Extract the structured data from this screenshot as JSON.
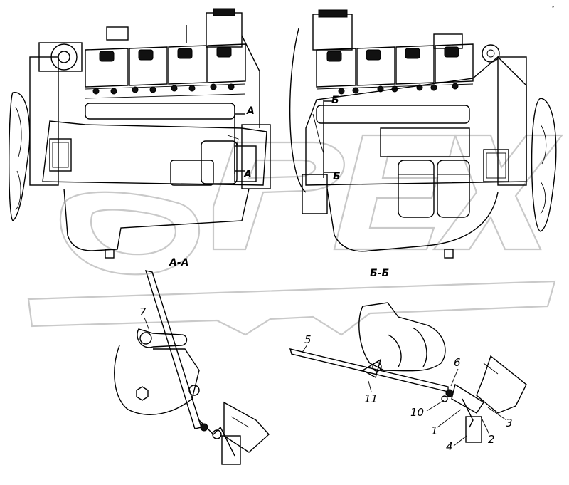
{
  "watermark": {
    "text": "OPEX"
  },
  "views": {
    "left": {
      "cut_marks": [
        "А",
        "А"
      ]
    },
    "right": {
      "cut_marks": [
        "Б",
        "Б"
      ]
    }
  },
  "sections": [
    {
      "id": "a",
      "title": "А-А"
    },
    {
      "id": "b",
      "title": "Б-Б"
    }
  ],
  "callouts": {
    "c1": "1",
    "c2": "2",
    "c3": "3",
    "c4": "4",
    "c5": "5",
    "c6": "6",
    "c7": "7",
    "c10": "10",
    "c11": "11"
  },
  "corner_mark": "„—"
}
